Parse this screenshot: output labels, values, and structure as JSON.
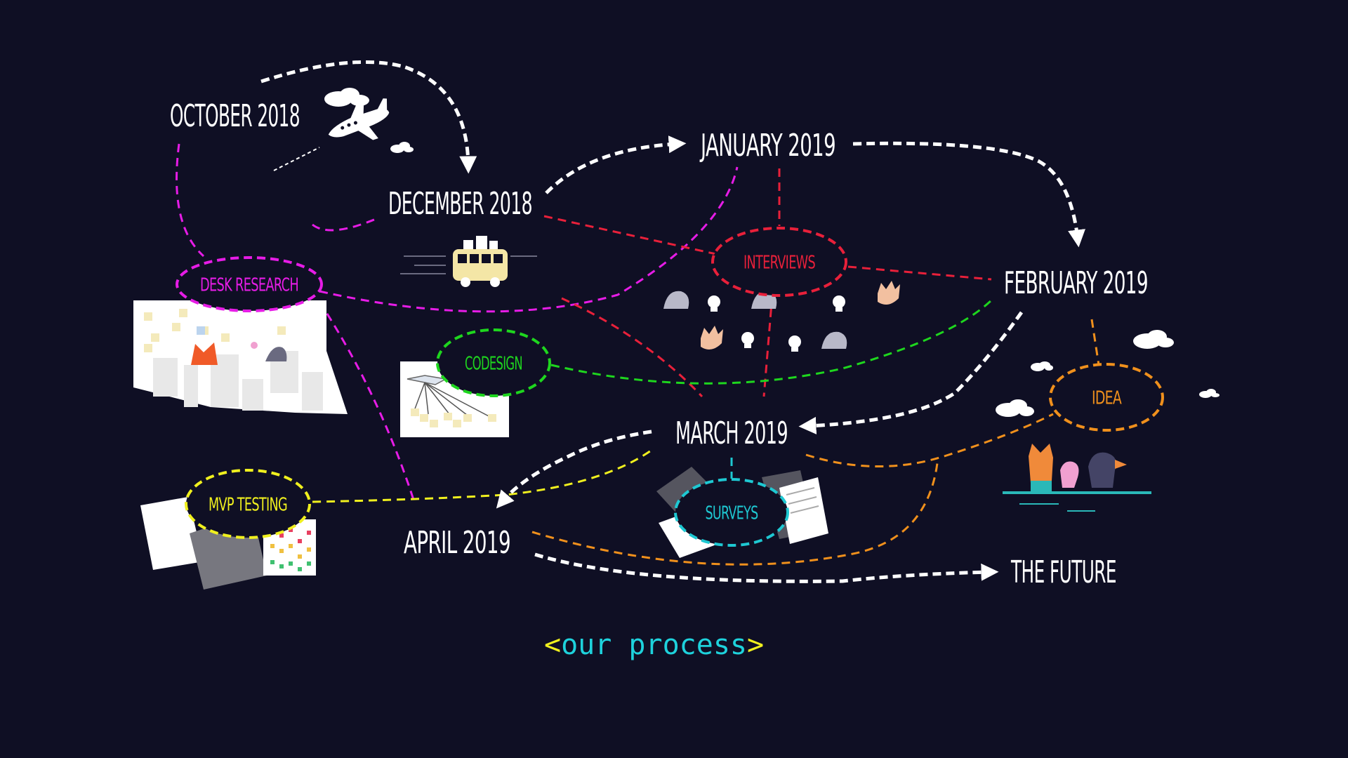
{
  "months": {
    "oct2018": "OCTOBER 2018",
    "dec2018": "DECEMBER 2018",
    "jan2019": "JANUARY 2019",
    "feb2019": "FEBRUARY 2019",
    "mar2019": "MARCH 2019",
    "apr2019": "APRIL 2019",
    "future": "THE FUTURE"
  },
  "activities": {
    "desk_research": "DESK RESEARCH",
    "interviews": "INTERVIEWS",
    "codesign": "CODESIGN",
    "idea": "IDEA",
    "mvp_testing": "MVP TESTING",
    "surveys": "SURVEYS"
  },
  "caption": {
    "open": "<",
    "text": "our process",
    "close": ">"
  },
  "colors": {
    "background": "#0f0f24",
    "desk_research": "#e61ce6",
    "interviews": "#e8203a",
    "codesign": "#1ed61e",
    "idea": "#f0901c",
    "mvp_testing": "#f0f01e",
    "surveys": "#1ec8d2",
    "caption_text": "#1ed2dc",
    "caption_brackets": "#f0f01e"
  },
  "icons": [
    "airplane-icon",
    "cloud-icon",
    "bus-icon",
    "animal-character-icon",
    "sticky-notes-icon",
    "paper-stack-icon",
    "chart-sheet-icon",
    "boat-icon"
  ]
}
